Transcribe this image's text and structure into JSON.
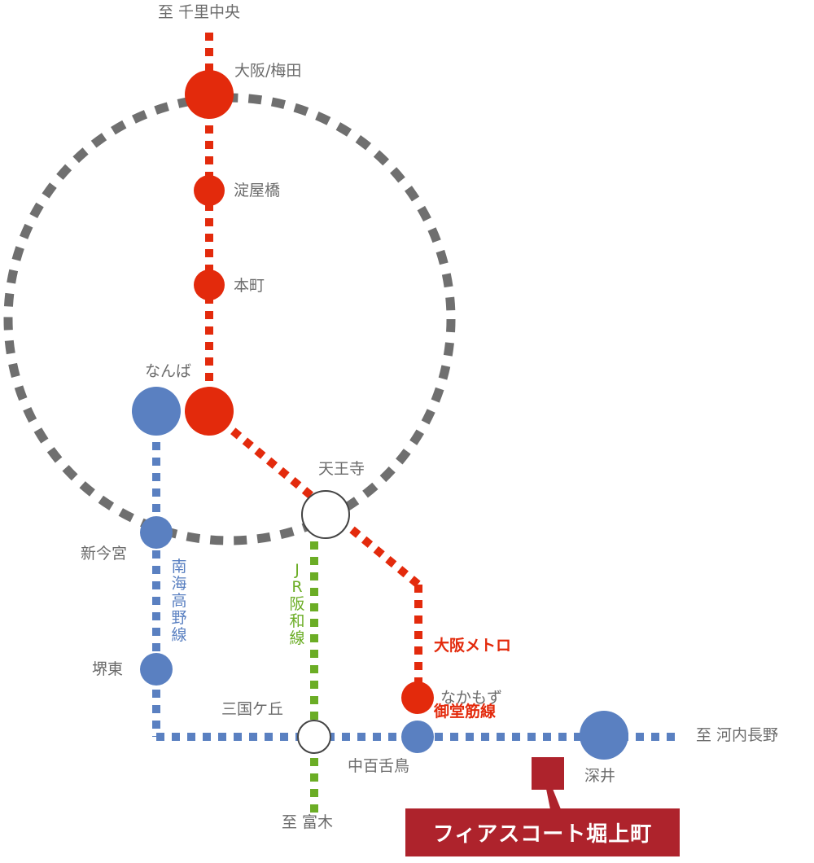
{
  "colors": {
    "loop_line": "#6f6f6f",
    "midosuji_line": "#e32a0c",
    "nankai_line": "#5a80c1",
    "jr_hanwa_line": "#6bad25",
    "transfer_station_stroke": "#444444",
    "property": "#ae232c",
    "label_text": "#6b6b6b"
  },
  "destinations": {
    "north": "至 千里中央",
    "south": "至 富木",
    "east": "至 河内長野"
  },
  "lines": {
    "midosuji": {
      "name_line1": "大阪メトロ",
      "name_line2": "御堂筋線"
    },
    "nankai": {
      "name_chars": [
        "南",
        "海",
        "高",
        "野",
        "線"
      ]
    },
    "jr_hanwa": {
      "name_chars": [
        "J",
        "R",
        "阪",
        "和",
        "線"
      ]
    }
  },
  "stations": {
    "umeda": "大阪/梅田",
    "yodoyabashi": "淀屋橋",
    "honmachi": "本町",
    "namba": "なんば",
    "tennoji": "天王寺",
    "shin_imamiya": "新今宮",
    "sakaihigashi": "堺東",
    "mikunigaoka": "三国ケ丘",
    "nakamozu_midosuji": "なかもず",
    "nakamozu_nankai": "中百舌鳥",
    "fukai": "深井"
  },
  "property": {
    "name": "フィアスコート堀上町"
  }
}
